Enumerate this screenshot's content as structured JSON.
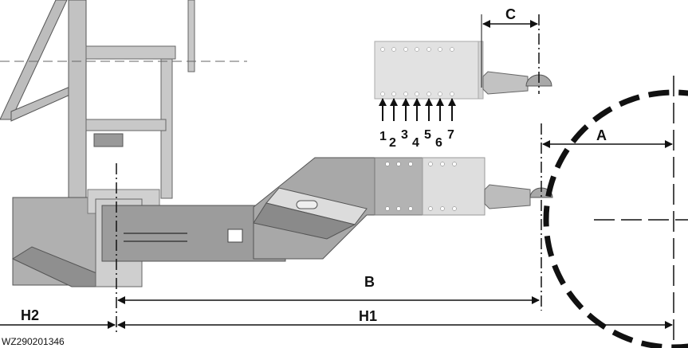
{
  "figure_id": "WZ290201346",
  "dimension_labels": {
    "a": "A",
    "b": "B",
    "c": "C",
    "h1": "H1",
    "h2": "H2"
  },
  "hole_positions": [
    "1",
    "2",
    "3",
    "4",
    "5",
    "6",
    "7"
  ],
  "colors": {
    "frame": "#b8b8b8",
    "frame_dark": "#7d7d7d",
    "drawbar_plate": "#c9c9c9",
    "drawbar_extension": "#dedede",
    "line": "#111111"
  }
}
